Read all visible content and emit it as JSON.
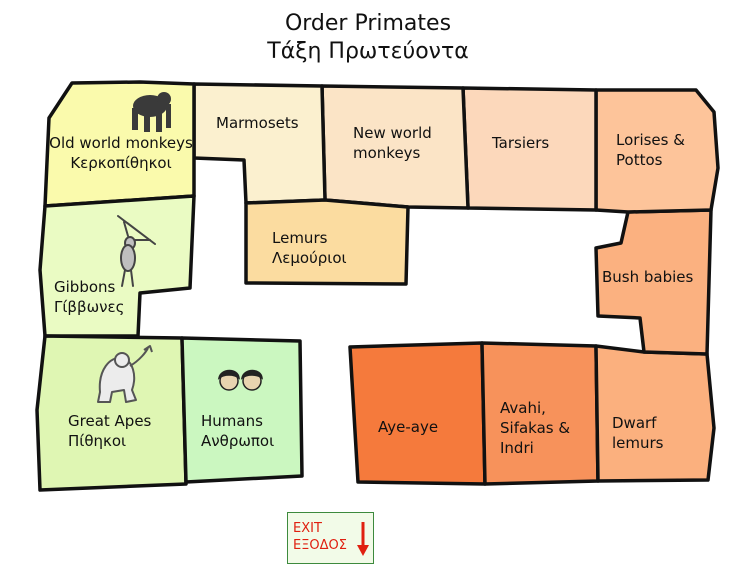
{
  "title": {
    "line1": "Order Primates",
    "line2": "Τάξη Πρωτεύοντα"
  },
  "rooms": {
    "old_world": {
      "line1": "Old world monkeys",
      "line2": "Κερκοπίθηκοι",
      "color": "#fafaac"
    },
    "marmosets": {
      "line1": "Marmosets",
      "color": "#fbf0cf"
    },
    "new_world": {
      "line1": "New world",
      "line2": "monkeys",
      "color": "#fbe4c6"
    },
    "tarsiers": {
      "line1": "Tarsiers",
      "color": "#fcd8bb"
    },
    "lorises": {
      "line1": "Lorises &",
      "line2": "Pottos",
      "color": "#fdc49a"
    },
    "lemurs": {
      "line1": "Lemurs",
      "line2": "Λεμούριοι",
      "color": "#fbdca0"
    },
    "bush_babies": {
      "line1": "Bush babies",
      "color": "#fbb180"
    },
    "gibbons": {
      "line1": "Gibbons",
      "line2": "Γίββωνες",
      "color": "#eafbc3"
    },
    "great_apes": {
      "line1": "Great Apes",
      "line2": "Πίθηκοι",
      "color": "#dff6b3"
    },
    "humans": {
      "line1": "Humans",
      "line2": "Ανθρωποι",
      "color": "#cbf7c0"
    },
    "aye_aye": {
      "line1": "Aye-aye",
      "color": "#f57a3c"
    },
    "avahi": {
      "line1": "Avahi,",
      "line2": "Sifakas &",
      "line3": "Indri",
      "color": "#f7925b"
    },
    "dwarf": {
      "line1": "Dwarf",
      "line2": "lemurs",
      "color": "#fbb07e"
    }
  },
  "exit": {
    "line1": "EXIT",
    "line2": "ΕΞΟΔΟΣ",
    "color": "#e02010"
  },
  "icons": [
    "gorilla-icon",
    "gibbon-icon",
    "ape-icon",
    "humans-faces-icon",
    "down-arrow-icon"
  ]
}
